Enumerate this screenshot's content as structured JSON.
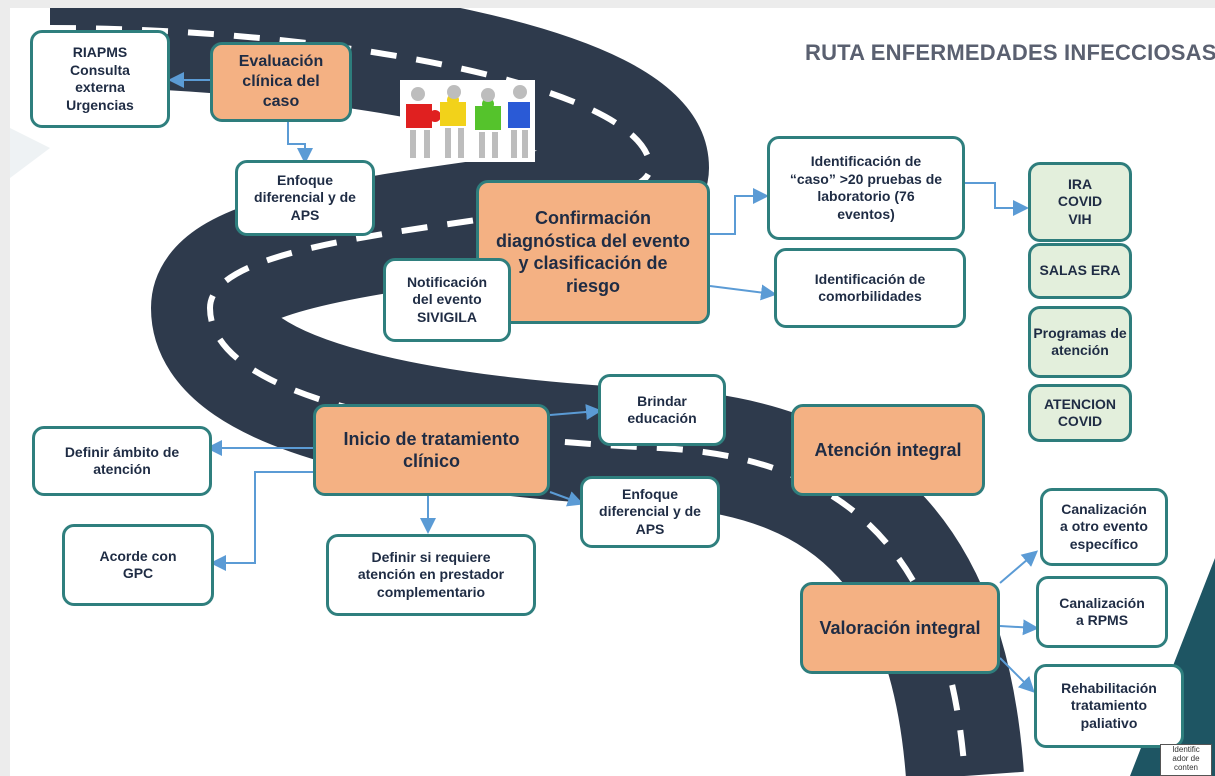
{
  "title": "RUTA ENFERMEDADES INFECCIOSAS",
  "nodes": {
    "riapms": "RIAPMS\nConsulta\nexterna\nUrgencias",
    "evaluacion": "Evaluación\nclínica del\ncaso",
    "enfoque1": "Enfoque\ndiferencial y de\nAPS",
    "confirmacion": "Confirmación\ndiagnóstica del evento\ny clasificación de\nriesgo",
    "notificacion": "Notificación\ndel evento\nSIVIGILA",
    "identificacion_caso": "Identificación de\n“caso” >20 pruebas de\nlaboratorio (76\neventos)",
    "identificacion_comorb": "Identificación de\ncomorbilidades",
    "ira": "IRA\nCOVID\nVIH",
    "salas": "SALAS ERA",
    "programas": "Programas de\natención",
    "atencion_covid": "ATENCION\nCOVID",
    "inicio": "Inicio de tratamiento\nclínico",
    "brindar": "Brindar\neducación",
    "atencion_integral": "Atención integral",
    "definir_ambito": "Definir ámbito de\natención",
    "enfoque2": "Enfoque\ndiferencial y de\nAPS",
    "acorde": "Acorde con\nGPC",
    "definir_si": "Definir si requiere\natención en prestador\ncomplementario",
    "canal_evento": "Canalización\na otro evento\nespecífico",
    "valoracion": "Valoración integral",
    "canal_rpms": "Canalización\na RPMS",
    "rehab": "Rehabilitación\ntratamiento\npaliativo"
  },
  "corner_label": "Identific\nador de\nconten",
  "colors": {
    "road": "#2e3a4c",
    "teal_border": "#2f7f7e",
    "orange_fill": "#f4b183",
    "green_fill": "#e3efdc",
    "arrow": "#5b9bd5",
    "title": "#5a6070"
  }
}
